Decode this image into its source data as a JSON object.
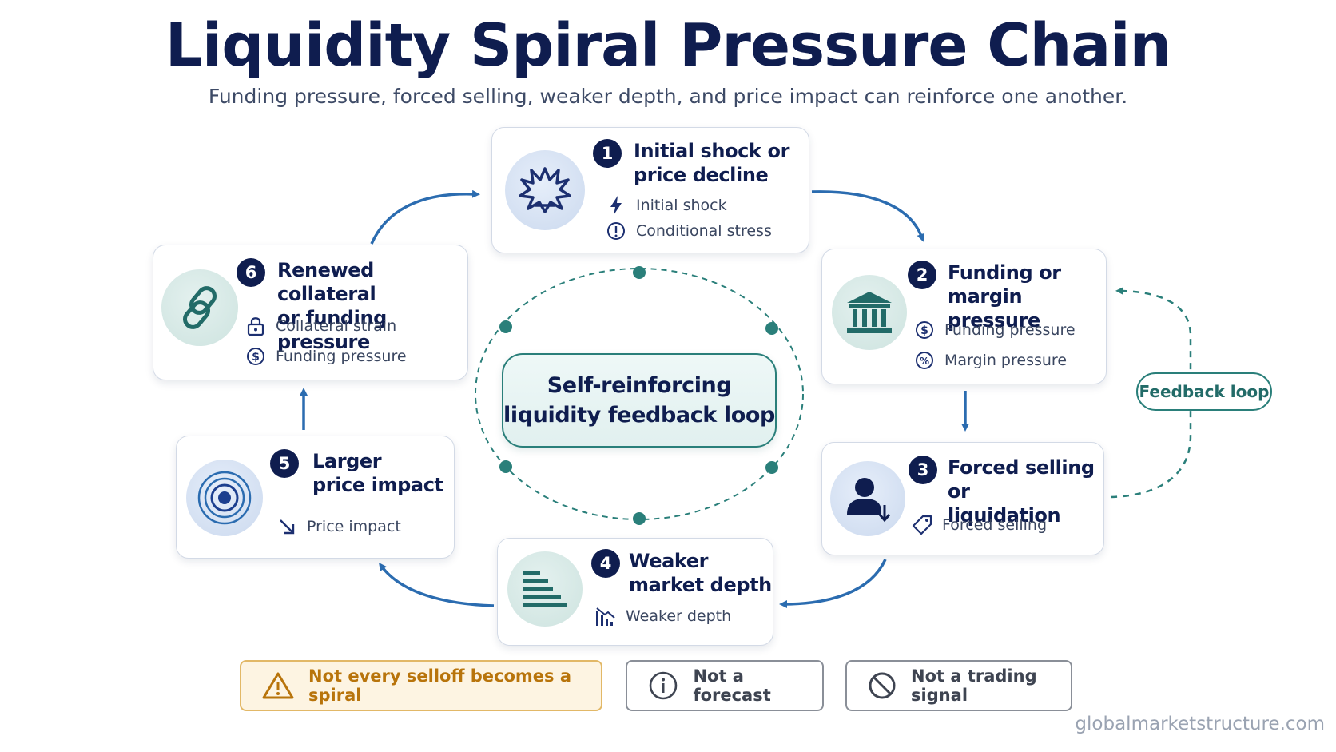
{
  "header": {
    "title": "Liquidity Spiral Pressure Chain",
    "subtitle": "Funding pressure, forced selling, weaker depth, and price impact can reinforce one another."
  },
  "colors": {
    "navy": "#0f1d4f",
    "arrow_blue": "#2b6cb0",
    "teal": "#2a7f7a",
    "warning": "#b8740b"
  },
  "steps": [
    {
      "number": "1",
      "title_lines": [
        "Initial shock or",
        "price decline"
      ],
      "icon": "explosion-icon",
      "tags": [
        {
          "icon": "lightning-icon",
          "label": "Initial shock"
        },
        {
          "icon": "alert-circle-icon",
          "label": "Conditional stress"
        }
      ]
    },
    {
      "number": "2",
      "title_lines": [
        "Funding or",
        "margin pressure"
      ],
      "icon": "bank-icon",
      "tags": [
        {
          "icon": "dollar-circle-icon",
          "label": "Funding pressure"
        },
        {
          "icon": "percent-circle-icon",
          "label": "Margin pressure"
        }
      ]
    },
    {
      "number": "3",
      "title_lines": [
        "Forced selling or",
        "liquidation"
      ],
      "icon": "person-down-icon",
      "tags": [
        {
          "icon": "price-tag-icon",
          "label": "Forced selling"
        }
      ]
    },
    {
      "number": "4",
      "title_lines": [
        "Weaker",
        "market depth"
      ],
      "icon": "order-book-icon",
      "tags": [
        {
          "icon": "declining-bars-icon",
          "label": "Weaker depth"
        }
      ]
    },
    {
      "number": "5",
      "title_lines": [
        "Larger",
        "price impact"
      ],
      "icon": "ripple-target-icon",
      "tags": [
        {
          "icon": "arrow-down-right-icon",
          "label": "Price impact"
        }
      ]
    },
    {
      "number": "6",
      "title_lines": [
        "Renewed collateral",
        "or funding pressure"
      ],
      "icon": "chain-link-icon",
      "tags": [
        {
          "icon": "padlock-icon",
          "label": "Collateral strain"
        },
        {
          "icon": "dollar-circle-icon",
          "label": "Funding pressure"
        }
      ]
    }
  ],
  "center": {
    "line1": "Self-reinforcing",
    "line2": "liquidity feedback loop"
  },
  "feedback": {
    "label": "Feedback loop"
  },
  "notes": [
    {
      "icon": "warning-triangle-icon",
      "label": "Not every selloff becomes a spiral"
    },
    {
      "icon": "info-circle-icon",
      "label": "Not a forecast"
    },
    {
      "icon": "prohibited-icon",
      "label": "Not a trading signal"
    }
  ],
  "footer": {
    "source": "globalmarketstructure.com"
  }
}
